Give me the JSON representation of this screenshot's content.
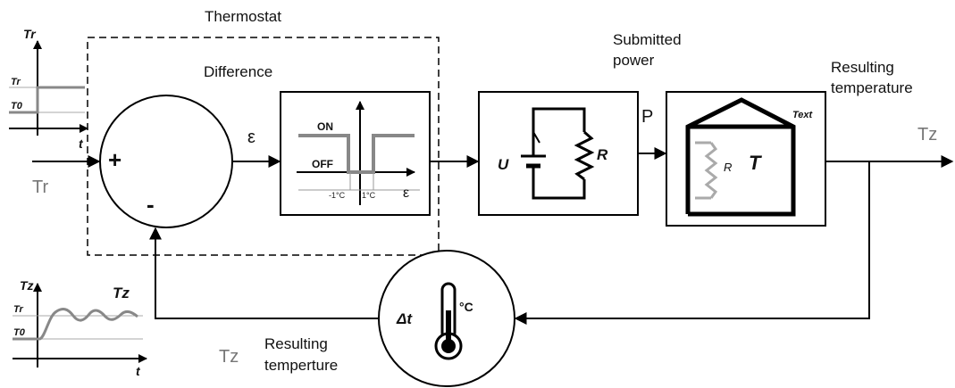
{
  "labels": {
    "thermostat": "Thermostat",
    "difference": "Difference",
    "submitted_power_1": "Submitted",
    "submitted_power_2": "power",
    "resulting_temp_1": "Resulting",
    "resulting_temp_2": "temperature",
    "resulting_temp_bottom_1": "Resulting",
    "resulting_temp_bottom_2": "temperture",
    "epsilon": "ε",
    "p": "P",
    "tz_right": "Tz",
    "tz_bottom": "Tz",
    "tr_left": "Tr",
    "plus": "+",
    "minus": "-"
  },
  "relay": {
    "on": "ON",
    "off": "OFF",
    "minus_one": "-1°C",
    "plus_one": "1°C",
    "axis_epsilon": "ε"
  },
  "circuit": {
    "u": "U",
    "r": "R"
  },
  "house": {
    "t": "T",
    "text": "Text",
    "r": "R"
  },
  "sensor": {
    "delta_t": "Δt",
    "deg_c": "°C"
  },
  "input_plot": {
    "y": "Tr",
    "tr": "Tr",
    "t0": "T0",
    "x": "t"
  },
  "output_plot": {
    "y": "Tz",
    "tr": "Tr",
    "t0": "T0",
    "tz": "Tz",
    "x": "t"
  }
}
